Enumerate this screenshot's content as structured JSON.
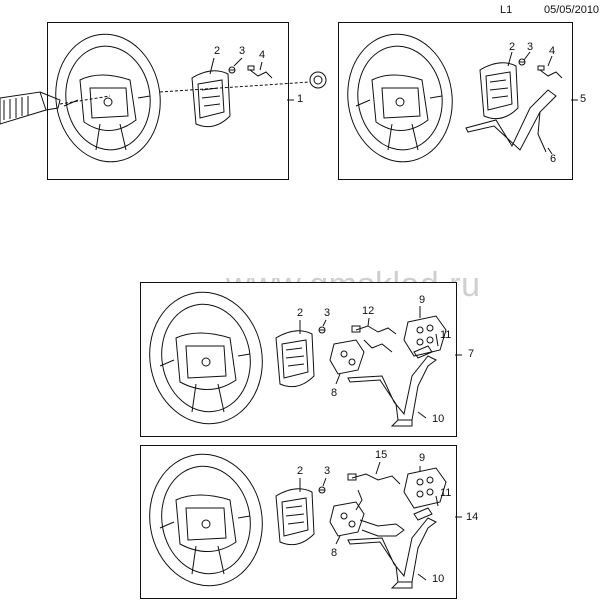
{
  "header": {
    "code": "L1",
    "date": "05/05/2010"
  },
  "watermark": "www.gmsklad.ru",
  "panels": [
    {
      "callouts": {
        "a": "1",
        "b": "2",
        "c": "3",
        "d": "4"
      }
    },
    {
      "callouts": {
        "a": "5",
        "b": "2",
        "c": "3",
        "d": "4",
        "e": "6"
      }
    },
    {
      "callouts": {
        "a": "7",
        "b": "2",
        "c": "3",
        "d": "12",
        "e": "9",
        "f": "11",
        "g": "8",
        "h": "10"
      }
    },
    {
      "callouts": {
        "a": "14",
        "b": "2",
        "c": "3",
        "d": "15",
        "e": "9",
        "f": "11",
        "g": "8",
        "h": "10"
      }
    }
  ]
}
